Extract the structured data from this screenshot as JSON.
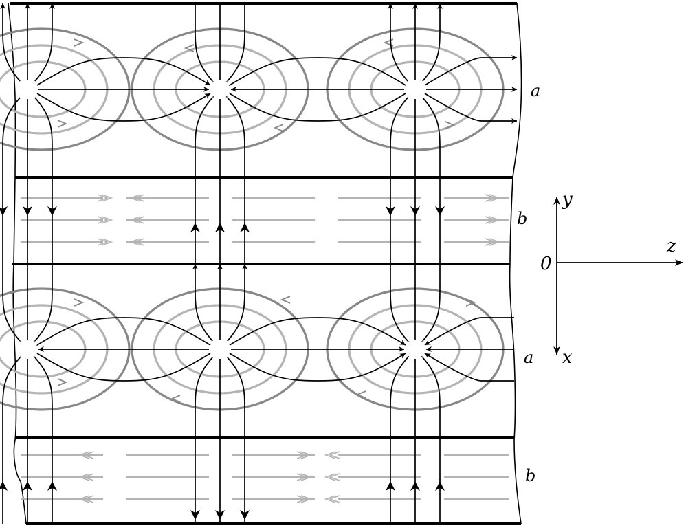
{
  "labels": {
    "band_a_top": "a",
    "band_b_top": "b",
    "band_a_bottom": "a",
    "band_b_bottom": "b",
    "origin": "0",
    "axis_y": "y",
    "axis_z": "z",
    "axis_x": "x"
  },
  "colors": {
    "electric_field": "#000000",
    "magnetic_field": "#888888",
    "magnetic_field_light": "#b4b4b4",
    "background": "#ffffff"
  }
}
